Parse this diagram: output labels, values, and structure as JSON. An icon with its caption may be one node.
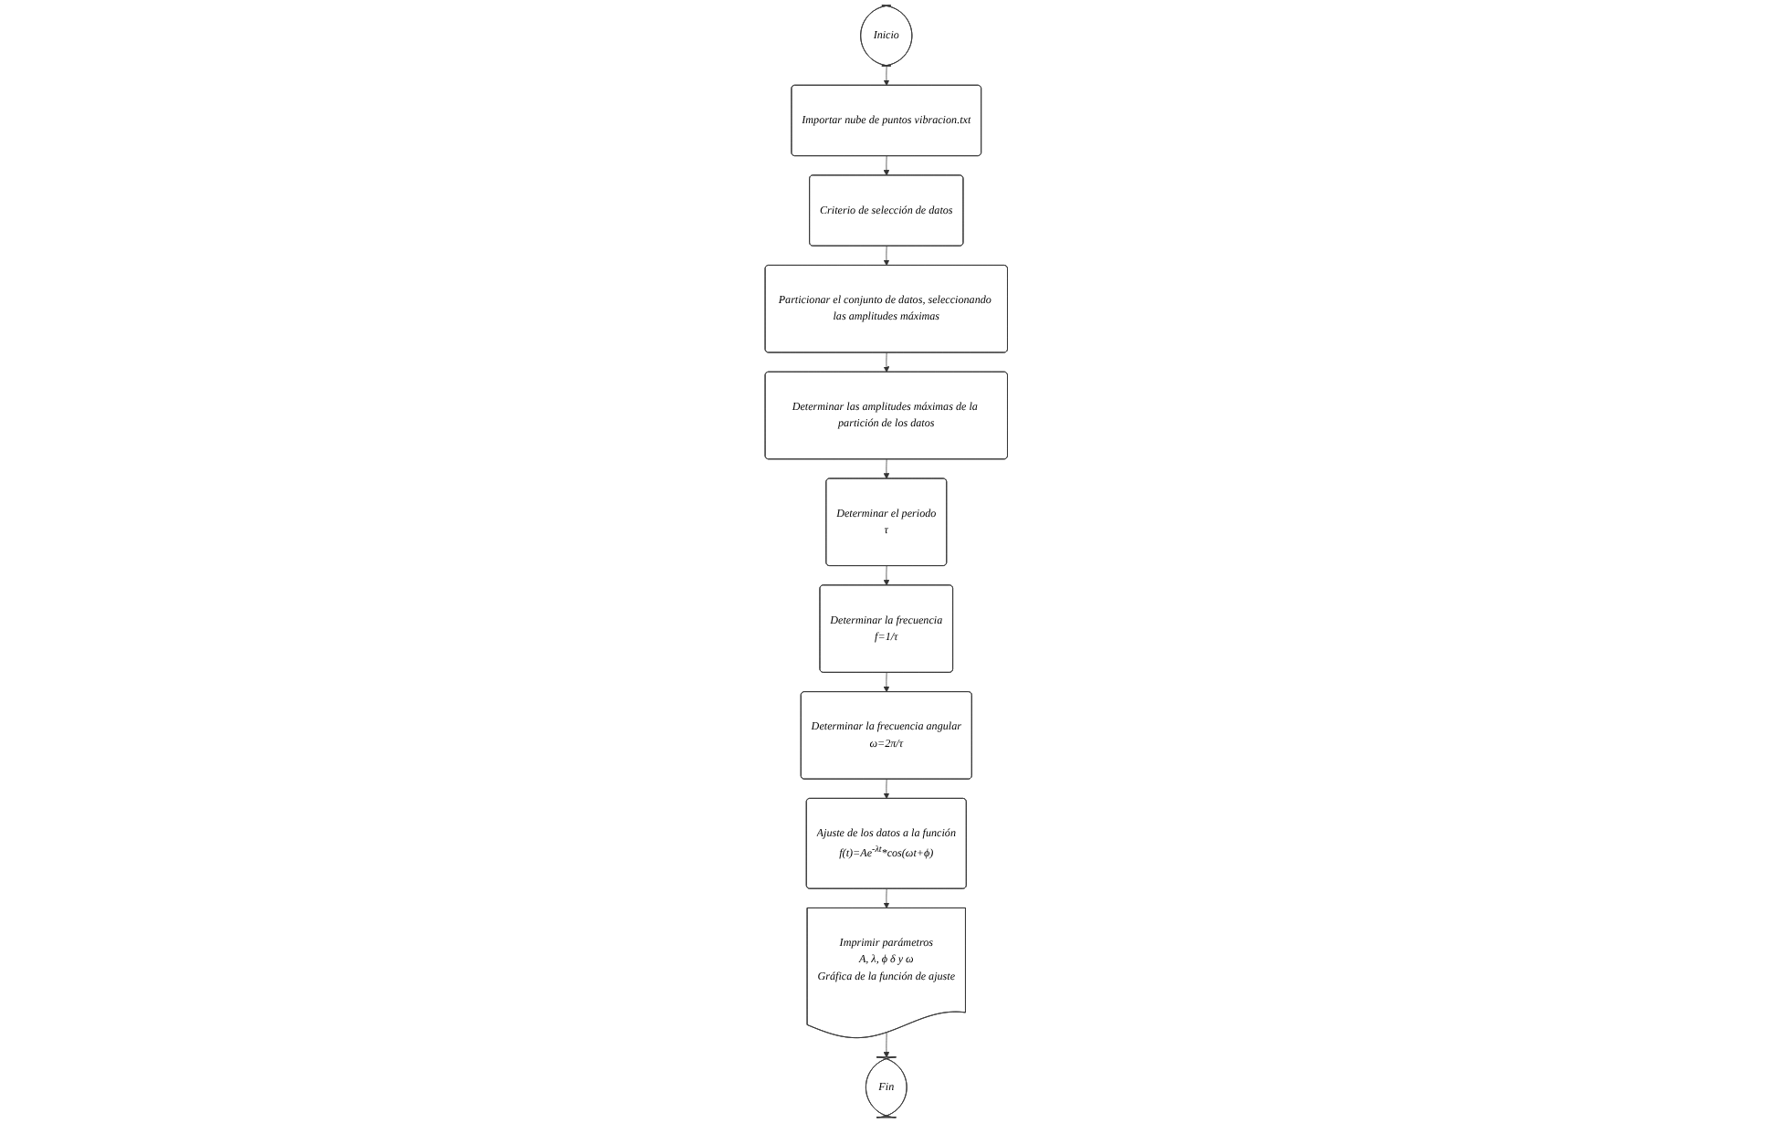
{
  "diagram": {
    "nodes": [
      {
        "text": [
          "Inicio"
        ]
      },
      {
        "text": [
          "Importar nube de puntos vibracion.txt"
        ]
      },
      {
        "text": [
          "Criterio de selección de datos"
        ]
      },
      {
        "text": [
          "Particionar el conjunto de datos, seleccionando las amplitudes máximas"
        ]
      },
      {
        "text": [
          "Determinar las amplitudes máximas de la partición de los datos"
        ]
      },
      {
        "text": [
          "Determinar el periodo",
          "τ"
        ]
      },
      {
        "text": [
          "Determinar la frecuencia",
          "f=1/τ"
        ]
      },
      {
        "text": [
          "Determinar la frecuencia angular",
          "ω=2π/τ"
        ]
      },
      {
        "text": [
          "Ajuste de los datos a la función",
          "f(t)=Ae$^{-λt}$*cos(ωt+ϕ)"
        ]
      },
      {
        "text": [
          "Imprimir parámetros",
          "A, λ, ϕ δ y ω",
          "Gráfica de la función de ajuste"
        ]
      },
      {
        "text": [
          "Fin"
        ]
      }
    ],
    "edges": [
      {
        "from": 0,
        "to": 1,
        "arrow": "to"
      },
      {
        "from": 1,
        "to": 2,
        "arrow": "to"
      },
      {
        "from": 2,
        "to": 3,
        "arrow": "to"
      },
      {
        "from": 3,
        "to": 4,
        "arrow": "to"
      },
      {
        "from": 4,
        "to": 5,
        "arrow": "to"
      },
      {
        "from": 5,
        "to": 6,
        "arrow": "to"
      },
      {
        "from": 6,
        "to": 7,
        "arrow": "to"
      },
      {
        "from": 7,
        "to": 8,
        "arrow": "to"
      },
      {
        "from": 8,
        "to": 9,
        "arrow": "to"
      },
      {
        "from": 9,
        "to": 10,
        "arrow": "to"
      }
    ]
  }
}
